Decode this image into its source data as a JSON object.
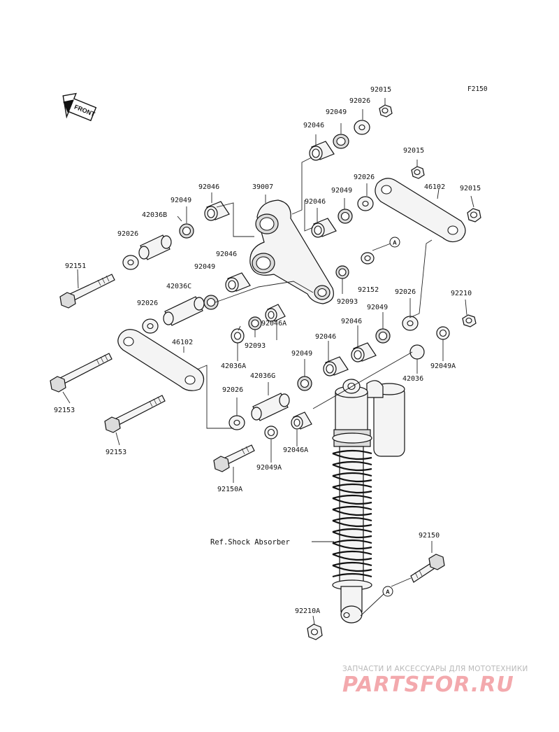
{
  "figure_code": "F2150",
  "front_label": "FRONT",
  "labels": {
    "p92015a": "92015",
    "p92026a": "92026",
    "p92049a": "92049",
    "p92046a": "92046",
    "p92015b": "92015",
    "p92026b": "92026",
    "p92049b": "92049",
    "p46102a": "46102",
    "p92015c": "92015",
    "p92046b": "92046",
    "p39007": "39007",
    "p92046c": "92046",
    "p92049c": "92049",
    "p42036b": "42036B",
    "p92026c": "92026",
    "p92151": "92151",
    "p92046d": "92046",
    "p92049d": "92049",
    "p42036c": "42036C",
    "p92152": "92152",
    "p92026d": "92026",
    "p92210": "92210",
    "p92093a": "92093",
    "p92049e": "92049",
    "p92026e": "92026",
    "p92046e": "92046A",
    "p92046f": "92046",
    "p92093b": "92093",
    "p42036a": "42036A",
    "p92046g": "92046",
    "p46102b": "46102",
    "p92049f": "92049A",
    "p92049g": "92049",
    "p42036": "42036",
    "p92153a": "92153",
    "p42036g": "42036G",
    "p92026f": "92026",
    "p92153b": "92153",
    "p92046h": "92046A",
    "p92049h": "92049A",
    "p92150a": "92150A",
    "p92150": "92150",
    "p92210a": "92210A"
  },
  "ref_shock": "Ref.Shock Absorber",
  "callout_a": "A",
  "watermark_text": "ЗАПЧАСТИ И АКСЕССУАРЫ ДЛЯ МОТОТЕХНИКИ",
  "watermark_logo": "PARTSFOR.RU"
}
